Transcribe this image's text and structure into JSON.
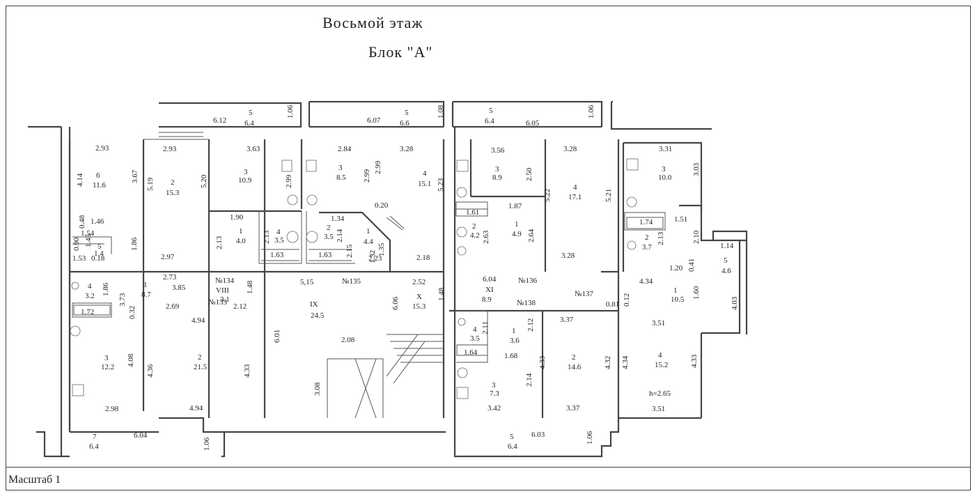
{
  "title": "Восьмой этаж",
  "subtitle": "Блок \"А\"",
  "scale_label": "Масштаб 1",
  "height_note": "h=2.65",
  "labels": [
    {
      "id": "t1",
      "text": "5"
    },
    {
      "id": "t2",
      "text": "6.4"
    },
    {
      "id": "t3",
      "text": "6.12"
    },
    {
      "id": "t4",
      "text": "1.06"
    },
    {
      "id": "t5",
      "text": "5"
    },
    {
      "id": "t6",
      "text": "6.6"
    },
    {
      "id": "t7",
      "text": "6.07"
    },
    {
      "id": "t8",
      "text": "1.08"
    },
    {
      "id": "t9",
      "text": "5"
    },
    {
      "id": "t10",
      "text": "6.4"
    },
    {
      "id": "t11",
      "text": "6.05"
    },
    {
      "id": "t12",
      "text": "1.06"
    },
    {
      "id": "t13",
      "text": "2.93"
    },
    {
      "id": "t14",
      "text": "2.93"
    },
    {
      "id": "t15",
      "text": "3.63"
    },
    {
      "id": "t16",
      "text": "2.84"
    },
    {
      "id": "t17",
      "text": "3.28"
    },
    {
      "id": "t18",
      "text": "3.56"
    },
    {
      "id": "t19",
      "text": "3.28"
    },
    {
      "id": "t20",
      "text": "3.31"
    },
    {
      "id": "t21",
      "text": "6"
    },
    {
      "id": "t22",
      "text": "11.6"
    },
    {
      "id": "t23",
      "text": "4.14"
    },
    {
      "id": "t24",
      "text": "3.67"
    },
    {
      "id": "t25",
      "text": "5.19"
    },
    {
      "id": "t26",
      "text": "2"
    },
    {
      "id": "t27",
      "text": "15.3"
    },
    {
      "id": "t28",
      "text": "5.20"
    },
    {
      "id": "t29",
      "text": "3"
    },
    {
      "id": "t30",
      "text": "10.9"
    },
    {
      "id": "t31",
      "text": "2.99"
    },
    {
      "id": "t32",
      "text": "3"
    },
    {
      "id": "t33",
      "text": "8.5"
    },
    {
      "id": "t34",
      "text": "2.99"
    },
    {
      "id": "t35",
      "text": "2.99"
    },
    {
      "id": "t36",
      "text": "4"
    },
    {
      "id": "t37",
      "text": "15.1"
    },
    {
      "id": "t38",
      "text": "5.23"
    },
    {
      "id": "t39",
      "text": "0.20"
    },
    {
      "id": "t40",
      "text": "3"
    },
    {
      "id": "t41",
      "text": "8.9"
    },
    {
      "id": "t42",
      "text": "2.50"
    },
    {
      "id": "t43",
      "text": "4"
    },
    {
      "id": "t44",
      "text": "17.1"
    },
    {
      "id": "t45",
      "text": "5.22"
    },
    {
      "id": "t46",
      "text": "5.21"
    },
    {
      "id": "t47",
      "text": "3"
    },
    {
      "id": "t48",
      "text": "10.0"
    },
    {
      "id": "t49",
      "text": "3.03"
    },
    {
      "id": "t50",
      "text": "1.46"
    },
    {
      "id": "t51",
      "text": "0.48"
    },
    {
      "id": "t52",
      "text": "1.54"
    },
    {
      "id": "t53",
      "text": "0.90"
    },
    {
      "id": "t54",
      "text": "5"
    },
    {
      "id": "t55",
      "text": "1.45"
    },
    {
      "id": "t56",
      "text": "1.4"
    },
    {
      "id": "t57",
      "text": "1.53"
    },
    {
      "id": "t58",
      "text": "0.18"
    },
    {
      "id": "t59",
      "text": "1.86"
    },
    {
      "id": "t60",
      "text": "1.90"
    },
    {
      "id": "t61",
      "text": "1"
    },
    {
      "id": "t62",
      "text": "4.0"
    },
    {
      "id": "t63",
      "text": "2.13"
    },
    {
      "id": "t64",
      "text": "2.13"
    },
    {
      "id": "t65",
      "text": "4"
    },
    {
      "id": "t66",
      "text": "3.5"
    },
    {
      "id": "t67",
      "text": "1.63"
    },
    {
      "id": "t68",
      "text": "1.34"
    },
    {
      "id": "t69",
      "text": "2"
    },
    {
      "id": "t70",
      "text": "3.5"
    },
    {
      "id": "t71",
      "text": "2.14"
    },
    {
      "id": "t72",
      "text": "1.63"
    },
    {
      "id": "t73",
      "text": "2.15"
    },
    {
      "id": "t74",
      "text": "1"
    },
    {
      "id": "t75",
      "text": "4.4"
    },
    {
      "id": "t76",
      "text": "1.35"
    },
    {
      "id": "t77",
      "text": "1.32"
    },
    {
      "id": "t78",
      "text": "2.23"
    },
    {
      "id": "t79",
      "text": "2.18"
    },
    {
      "id": "t80",
      "text": "1.61"
    },
    {
      "id": "t81",
      "text": "1.87"
    },
    {
      "id": "t82",
      "text": "2"
    },
    {
      "id": "t83",
      "text": "4.2"
    },
    {
      "id": "t84",
      "text": "2.63"
    },
    {
      "id": "t85",
      "text": "1"
    },
    {
      "id": "t86",
      "text": "4.9"
    },
    {
      "id": "t87",
      "text": "2.64"
    },
    {
      "id": "t88",
      "text": "3.28"
    },
    {
      "id": "t89",
      "text": "1.74"
    },
    {
      "id": "t90",
      "text": "1.51"
    },
    {
      "id": "t91",
      "text": "2"
    },
    {
      "id": "t92",
      "text": "3.7"
    },
    {
      "id": "t93",
      "text": "2.13"
    },
    {
      "id": "t94",
      "text": "2.10"
    },
    {
      "id": "t95",
      "text": "1.14"
    },
    {
      "id": "t96",
      "text": "5"
    },
    {
      "id": "t97",
      "text": "4.6"
    },
    {
      "id": "t98",
      "text": "1.20"
    },
    {
      "id": "t99",
      "text": "0.41"
    },
    {
      "id": "t100",
      "text": "2.97"
    },
    {
      "id": "t101",
      "text": "2.73"
    },
    {
      "id": "t102",
      "text": "3.85"
    },
    {
      "id": "t103",
      "text": "№134"
    },
    {
      "id": "t104",
      "text": "VIII"
    },
    {
      "id": "t105",
      "text": "3.1"
    },
    {
      "id": "t106",
      "text": "№133"
    },
    {
      "id": "t107",
      "text": "2.12"
    },
    {
      "id": "t108",
      "text": "1.48"
    },
    {
      "id": "t109",
      "text": "5,15"
    },
    {
      "id": "t110",
      "text": "№135"
    },
    {
      "id": "t111",
      "text": "2.52"
    },
    {
      "id": "t112",
      "text": "6.04"
    },
    {
      "id": "t113",
      "text": "XI"
    },
    {
      "id": "t114",
      "text": "8.9"
    },
    {
      "id": "t115",
      "text": "№136"
    },
    {
      "id": "t116",
      "text": "№138"
    },
    {
      "id": "t117",
      "text": "№137"
    },
    {
      "id": "t118",
      "text": "4.34"
    },
    {
      "id": "t119",
      "text": "1"
    },
    {
      "id": "t120",
      "text": "10.5"
    },
    {
      "id": "t121",
      "text": "1.60"
    },
    {
      "id": "t122",
      "text": "4.03"
    },
    {
      "id": "t123",
      "text": "0.81"
    },
    {
      "id": "t124",
      "text": "0.12"
    },
    {
      "id": "t125",
      "text": "4"
    },
    {
      "id": "t126",
      "text": "3.2"
    },
    {
      "id": "t127",
      "text": "1.86"
    },
    {
      "id": "t128",
      "text": "3.73"
    },
    {
      "id": "t129",
      "text": "1"
    },
    {
      "id": "t130",
      "text": "8.7"
    },
    {
      "id": "t131",
      "text": "1.72"
    },
    {
      "id": "t132",
      "text": "0.32"
    },
    {
      "id": "t133",
      "text": "2.69"
    },
    {
      "id": "t134",
      "text": "4.94"
    },
    {
      "id": "t135",
      "text": "IX"
    },
    {
      "id": "t136",
      "text": "24.5"
    },
    {
      "id": "t137",
      "text": "X"
    },
    {
      "id": "t138",
      "text": "15.3"
    },
    {
      "id": "t139",
      "text": "6.06"
    },
    {
      "id": "t140",
      "text": "1.48"
    },
    {
      "id": "t141",
      "text": "3.37"
    },
    {
      "id": "t142",
      "text": "3.51"
    },
    {
      "id": "t143",
      "text": "4"
    },
    {
      "id": "t144",
      "text": "3.5"
    },
    {
      "id": "t145",
      "text": "2.11"
    },
    {
      "id": "t146",
      "text": "1"
    },
    {
      "id": "t147",
      "text": "3.6"
    },
    {
      "id": "t148",
      "text": "2.12"
    },
    {
      "id": "t149",
      "text": "1.64"
    },
    {
      "id": "t150",
      "text": "1.68"
    },
    {
      "id": "t151",
      "text": "3"
    },
    {
      "id": "t152",
      "text": "12.2"
    },
    {
      "id": "t153",
      "text": "4.08"
    },
    {
      "id": "t154",
      "text": "4.36"
    },
    {
      "id": "t155",
      "text": "2"
    },
    {
      "id": "t156",
      "text": "21.5"
    },
    {
      "id": "t157",
      "text": "4.33"
    },
    {
      "id": "t158",
      "text": "6.01"
    },
    {
      "id": "t159",
      "text": "2.08"
    },
    {
      "id": "t160",
      "text": "3.08"
    },
    {
      "id": "t161",
      "text": "4.33"
    },
    {
      "id": "t162",
      "text": "2"
    },
    {
      "id": "t163",
      "text": "14.6"
    },
    {
      "id": "t164",
      "text": "4.32"
    },
    {
      "id": "t165",
      "text": "4.34"
    },
    {
      "id": "t166",
      "text": "4"
    },
    {
      "id": "t167",
      "text": "15.2"
    },
    {
      "id": "t168",
      "text": "4.33"
    },
    {
      "id": "t169",
      "text": "2.14"
    },
    {
      "id": "t170",
      "text": "3"
    },
    {
      "id": "t171",
      "text": "7.3"
    },
    {
      "id": "t172",
      "text": "2.98"
    },
    {
      "id": "t173",
      "text": "4.94"
    },
    {
      "id": "t174",
      "text": "3.42"
    },
    {
      "id": "t175",
      "text": "3.37"
    },
    {
      "id": "t176",
      "text": "3.51"
    },
    {
      "id": "t177",
      "text": "7"
    },
    {
      "id": "t178",
      "text": "6.4"
    },
    {
      "id": "t179",
      "text": "6.04"
    },
    {
      "id": "t180",
      "text": "1.06"
    },
    {
      "id": "t181",
      "text": "5"
    },
    {
      "id": "t182",
      "text": "6.4"
    },
    {
      "id": "t183",
      "text": "6.03"
    },
    {
      "id": "t184",
      "text": "1.06"
    }
  ]
}
